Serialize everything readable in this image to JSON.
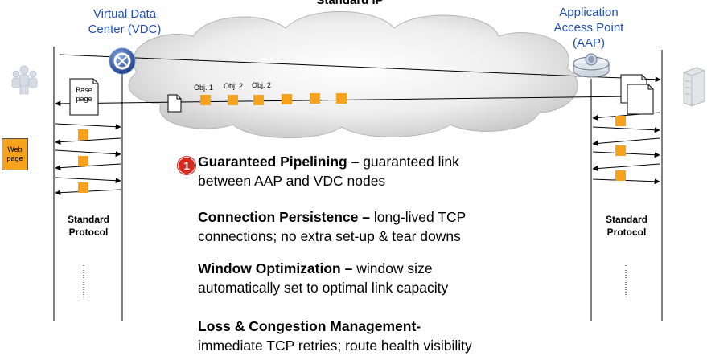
{
  "header": {
    "title": "Standard IP"
  },
  "nodes": {
    "vdc_label": [
      "Virtual Data",
      "Center (VDC)"
    ],
    "aap_label": [
      "Application",
      "Access Point",
      "(AAP)"
    ]
  },
  "left_stack": {
    "label": [
      "Standard",
      "Protocol"
    ]
  },
  "right_stack": {
    "label": [
      "Standard",
      "Protocol"
    ]
  },
  "documents": {
    "base_page": [
      "Base",
      "page"
    ],
    "web_page": [
      "Web",
      "page"
    ]
  },
  "objects": [
    "Obj. 1",
    "Obj. 2",
    "Obj. 2"
  ],
  "features": [
    {
      "badge": "1",
      "title": "Guaranteed Pipelining –",
      "text1": " guaranteed link",
      "text2": "between AAP and VDC nodes"
    },
    {
      "title": "Connection Persistence –",
      "text1": " long-lived TCP",
      "text2": "connections; no extra set-up & tear downs"
    },
    {
      "title": "Window Optimization –",
      "text1": " window size",
      "text2": "automatically set to optimal link capacity"
    },
    {
      "title": "Loss & Congestion Management-",
      "text1": "",
      "text2": "immediate TCP retries; route health visibility"
    }
  ],
  "colors": {
    "accent_blue": "#1f4fb4",
    "object_orange": "#f7a21c",
    "badge_red": "#d9281c",
    "cloud_gray": "#d9d9d9"
  },
  "icons": [
    "users-icon",
    "server-icon",
    "vdc-node-icon",
    "aap-router-icon",
    "document-icon"
  ]
}
